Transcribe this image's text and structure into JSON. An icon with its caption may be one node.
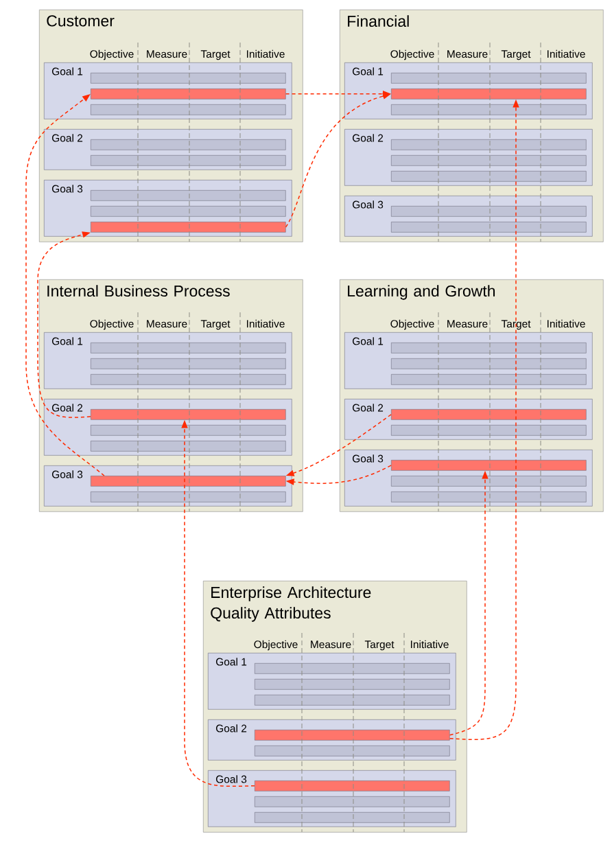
{
  "diagram": {
    "nodes": [
      {
        "text": [
          "Customer",
          "Objective",
          "Measure",
          "Target",
          "Initiative"
        ]
      },
      {
        "text": [
          "Goal 1"
        ],
        "in": 0
      },
      {
        "text": [],
        "shape": "bar",
        "in": 1
      },
      {
        "text": [],
        "shape": "bar",
        "in": 1
      },
      {
        "text": [],
        "shape": "bar",
        "in": 1
      },
      {
        "text": [
          "Goal 2"
        ],
        "in": 0
      },
      {
        "text": [],
        "shape": "bar",
        "in": 5
      },
      {
        "text": [],
        "shape": "bar",
        "in": 5
      },
      {
        "text": [
          "Goal 3"
        ],
        "in": 0
      },
      {
        "text": [],
        "shape": "bar",
        "in": 8
      },
      {
        "text": [],
        "shape": "bar",
        "in": 8
      },
      {
        "text": [],
        "shape": "bar",
        "in": 8
      },
      {
        "text": [
          "Financial",
          "Objective",
          "Measure",
          "Target",
          "Initiative"
        ]
      },
      {
        "text": [
          "Goal 1"
        ],
        "in": 12
      },
      {
        "text": [],
        "shape": "bar",
        "in": 13
      },
      {
        "text": [],
        "shape": "bar",
        "in": 13
      },
      {
        "text": [],
        "shape": "bar",
        "in": 13
      },
      {
        "text": [
          "Goal 2"
        ],
        "in": 12
      },
      {
        "text": [],
        "shape": "bar",
        "in": 17
      },
      {
        "text": [],
        "shape": "bar",
        "in": 17
      },
      {
        "text": [],
        "shape": "bar",
        "in": 17
      },
      {
        "text": [
          "Goal 3"
        ],
        "in": 12
      },
      {
        "text": [],
        "shape": "bar",
        "in": 21
      },
      {
        "text": [],
        "shape": "bar",
        "in": 21
      },
      {
        "text": [
          "Internal Business Process",
          "Objective",
          "Measure",
          "Target",
          "Initiative"
        ]
      },
      {
        "text": [
          "Goal 1"
        ],
        "in": 24
      },
      {
        "text": [],
        "shape": "bar",
        "in": 25
      },
      {
        "text": [],
        "shape": "bar",
        "in": 25
      },
      {
        "text": [],
        "shape": "bar",
        "in": 25
      },
      {
        "text": [
          "Goal 2"
        ],
        "in": 24
      },
      {
        "text": [],
        "shape": "bar",
        "in": 29
      },
      {
        "text": [],
        "shape": "bar",
        "in": 29
      },
      {
        "text": [],
        "shape": "bar",
        "in": 29
      },
      {
        "text": [
          "Goal 3"
        ],
        "in": 24
      },
      {
        "text": [],
        "shape": "bar",
        "in": 33
      },
      {
        "text": [],
        "shape": "bar",
        "in": 33
      },
      {
        "text": [
          "Learning and Growth",
          "Objective",
          "Measure",
          "Target",
          "Initiative"
        ]
      },
      {
        "text": [
          "Goal 1"
        ],
        "in": 36
      },
      {
        "text": [],
        "shape": "bar",
        "in": 37
      },
      {
        "text": [],
        "shape": "bar",
        "in": 37
      },
      {
        "text": [],
        "shape": "bar",
        "in": 37
      },
      {
        "text": [
          "Goal 2"
        ],
        "in": 36
      },
      {
        "text": [],
        "shape": "bar",
        "in": 41
      },
      {
        "text": [],
        "shape": "bar",
        "in": 41
      },
      {
        "text": [
          "Goal 3"
        ],
        "in": 36
      },
      {
        "text": [],
        "shape": "bar",
        "in": 44
      },
      {
        "text": [],
        "shape": "bar",
        "in": 44
      },
      {
        "text": [],
        "shape": "bar",
        "in": 44
      },
      {
        "text": [
          "Enterprise Architecture Quality Attributes",
          "Objective",
          "Measure",
          "Target",
          "Initiative"
        ]
      },
      {
        "text": [
          "Goal 1"
        ],
        "in": 48
      },
      {
        "text": [],
        "shape": "bar",
        "in": 49
      },
      {
        "text": [],
        "shape": "bar",
        "in": 49
      },
      {
        "text": [],
        "shape": "bar",
        "in": 49
      },
      {
        "text": [
          "Goal 2"
        ],
        "in": 48
      },
      {
        "text": [],
        "shape": "bar",
        "in": 53
      },
      {
        "text": [],
        "shape": "bar",
        "in": 53
      },
      {
        "text": [
          "Goal 3"
        ],
        "in": 48
      },
      {
        "text": [],
        "shape": "bar",
        "in": 56
      },
      {
        "text": [],
        "shape": "bar",
        "in": 56
      },
      {
        "text": [],
        "shape": "bar",
        "in": 56
      }
    ],
    "edges": [
      {
        "from": 3,
        "to": 15,
        "arrow": "to",
        "style": "dashed"
      },
      {
        "from": 11,
        "to": 15,
        "arrow": "to",
        "style": "dashed"
      },
      {
        "from": 34,
        "to": 3,
        "arrow": "to",
        "style": "dashed"
      },
      {
        "from": 30,
        "to": 11,
        "arrow": "to",
        "style": "dashed"
      },
      {
        "from": 42,
        "to": 34,
        "arrow": "to",
        "style": "dashed"
      },
      {
        "from": 45,
        "to": 34,
        "arrow": "to",
        "style": "dashed"
      },
      {
        "from": 57,
        "to": 30,
        "arrow": "to",
        "style": "dashed"
      },
      {
        "from": 54,
        "to": 45,
        "arrow": "to",
        "style": "dashed"
      },
      {
        "from": 54,
        "to": 15,
        "arrow": "to",
        "style": "dashed"
      }
    ]
  }
}
